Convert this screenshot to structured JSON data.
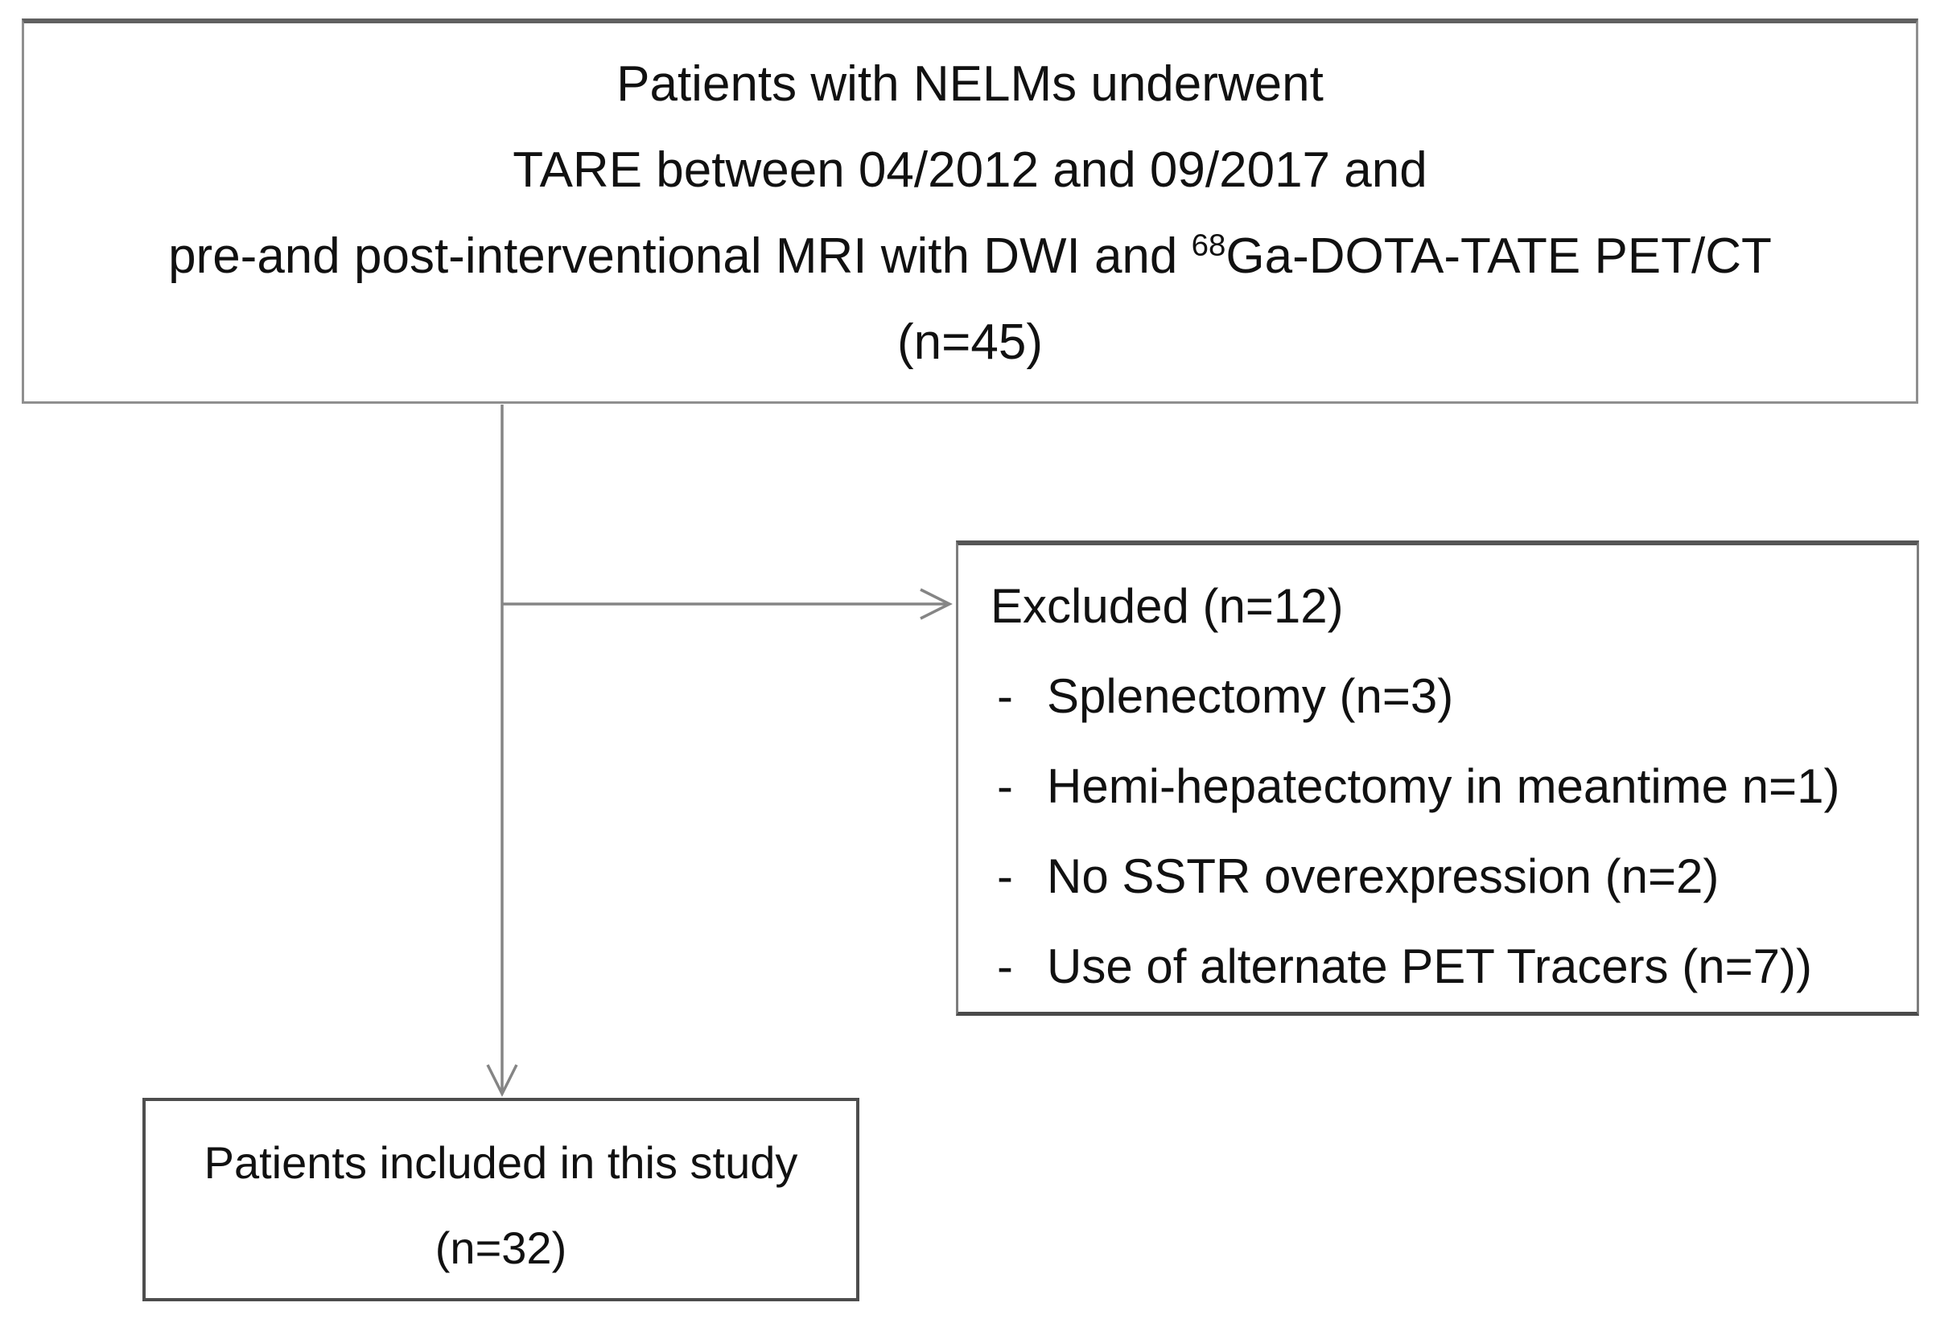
{
  "colors": {
    "box-border": "#7d7d7d",
    "box-border-dark": "#4d4d4d",
    "arrow": "#858585",
    "text": "#111111"
  },
  "top_box": {
    "line1": "Patients with NELMs underwent",
    "line2": "TARE between 04/2012 and 09/2017 and",
    "line3_prefix": "pre-and post-interventional MRI with DWI and ",
    "line3_superscript": "68",
    "line3_suffix": "Ga-DOTA-TATE PET/CT",
    "line4": "(n=45)"
  },
  "excluded_box": {
    "title": "Excluded (n=12)",
    "bullet": "-",
    "items": [
      "Splenectomy (n=3)",
      "Hemi-hepatectomy in meantime n=1)",
      "No SSTR overexpression (n=2)",
      "Use of alternate PET Tracers (n=7))"
    ]
  },
  "included_box": {
    "line1": "Patients included in this study",
    "line2": "(n=32)"
  }
}
